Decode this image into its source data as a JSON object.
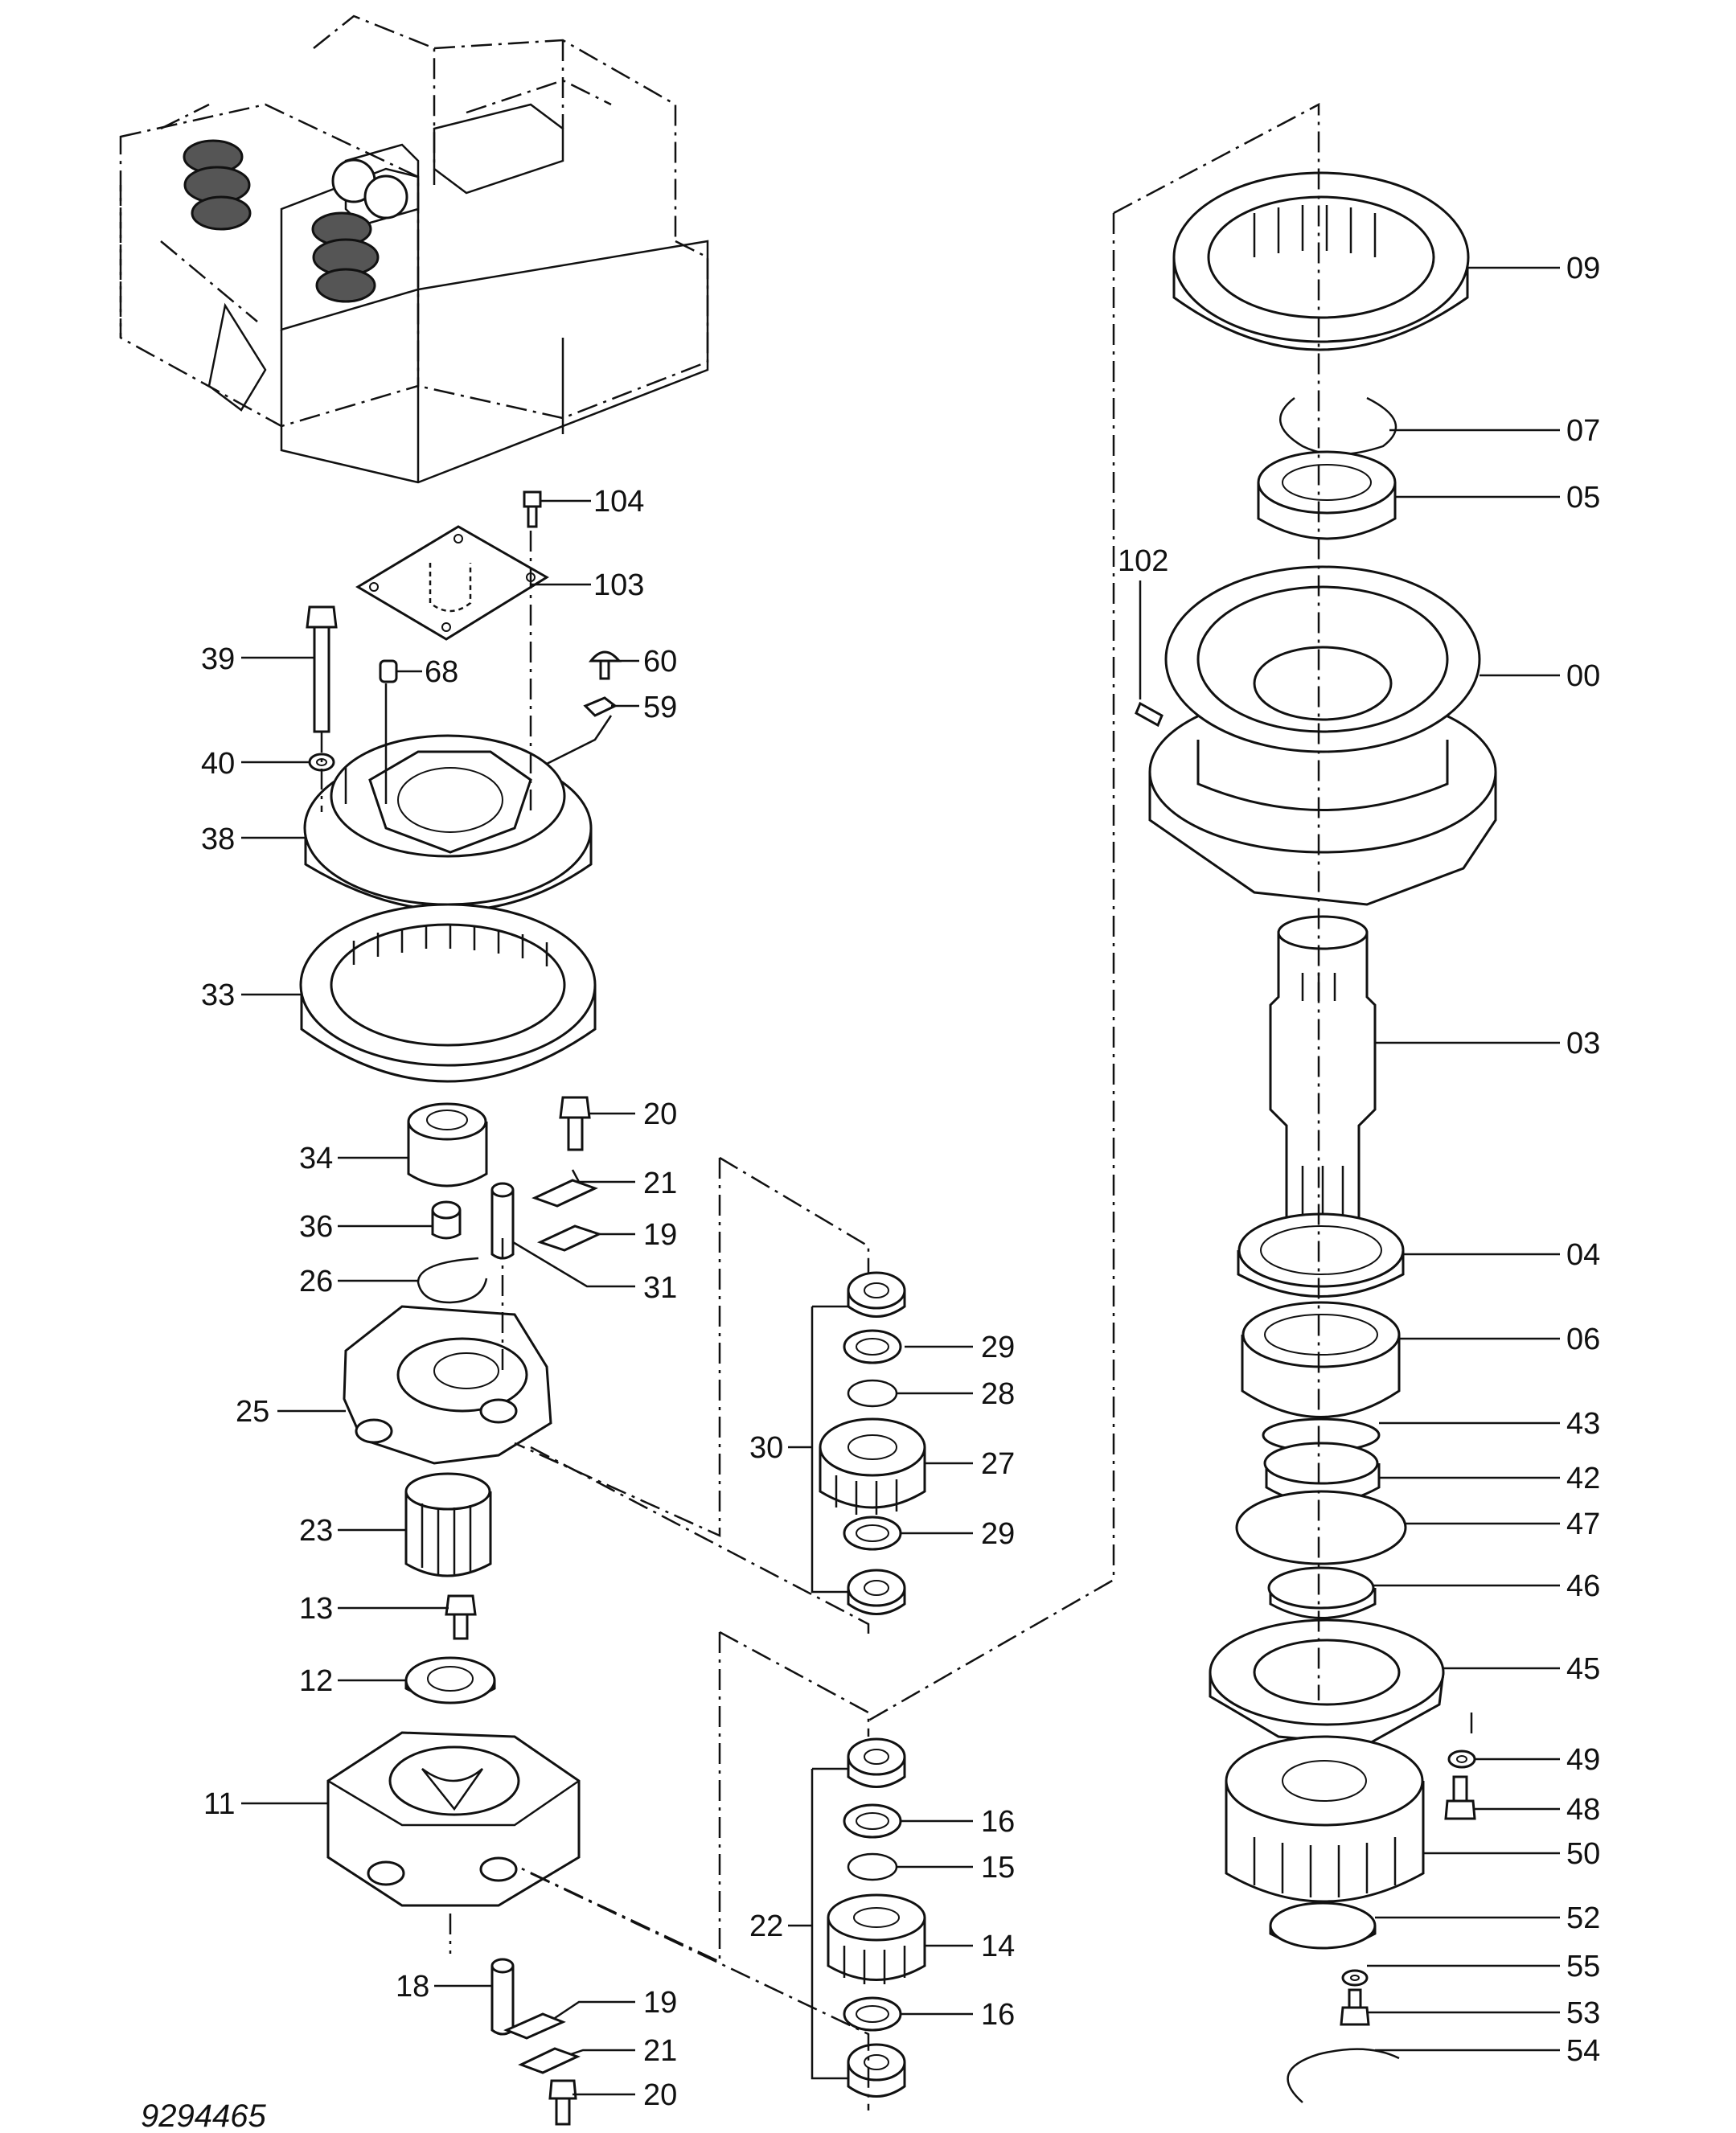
{
  "drawing_number": "9294465",
  "callouts": [
    {
      "id": "c104",
      "label": "104"
    },
    {
      "id": "c103",
      "label": "103"
    },
    {
      "id": "c39",
      "label": "39"
    },
    {
      "id": "c68",
      "label": "68"
    },
    {
      "id": "c60",
      "label": "60"
    },
    {
      "id": "c59",
      "label": "59"
    },
    {
      "id": "c40",
      "label": "40"
    },
    {
      "id": "c38",
      "label": "38"
    },
    {
      "id": "c33",
      "label": "33"
    },
    {
      "id": "c20a",
      "label": "20"
    },
    {
      "id": "c34",
      "label": "34"
    },
    {
      "id": "c21a",
      "label": "21"
    },
    {
      "id": "c36",
      "label": "36"
    },
    {
      "id": "c19a",
      "label": "19"
    },
    {
      "id": "c26",
      "label": "26"
    },
    {
      "id": "c31",
      "label": "31"
    },
    {
      "id": "c25",
      "label": "25"
    },
    {
      "id": "c23",
      "label": "23"
    },
    {
      "id": "c13",
      "label": "13"
    },
    {
      "id": "c12",
      "label": "12"
    },
    {
      "id": "c11",
      "label": "11"
    },
    {
      "id": "c18",
      "label": "18"
    },
    {
      "id": "c19b",
      "label": "19"
    },
    {
      "id": "c21b",
      "label": "21"
    },
    {
      "id": "c20b",
      "label": "20"
    },
    {
      "id": "c29a",
      "label": "29"
    },
    {
      "id": "c28",
      "label": "28"
    },
    {
      "id": "c30",
      "label": "30"
    },
    {
      "id": "c27",
      "label": "27"
    },
    {
      "id": "c29b",
      "label": "29"
    },
    {
      "id": "c16a",
      "label": "16"
    },
    {
      "id": "c15",
      "label": "15"
    },
    {
      "id": "c22",
      "label": "22"
    },
    {
      "id": "c14",
      "label": "14"
    },
    {
      "id": "c16b",
      "label": "16"
    },
    {
      "id": "c09",
      "label": "09"
    },
    {
      "id": "c07",
      "label": "07"
    },
    {
      "id": "c05",
      "label": "05"
    },
    {
      "id": "c102",
      "label": "102"
    },
    {
      "id": "c00",
      "label": "00"
    },
    {
      "id": "c03",
      "label": "03"
    },
    {
      "id": "c04",
      "label": "04"
    },
    {
      "id": "c06",
      "label": "06"
    },
    {
      "id": "c43",
      "label": "43"
    },
    {
      "id": "c42",
      "label": "42"
    },
    {
      "id": "c47",
      "label": "47"
    },
    {
      "id": "c46",
      "label": "46"
    },
    {
      "id": "c45",
      "label": "45"
    },
    {
      "id": "c49",
      "label": "49"
    },
    {
      "id": "c48",
      "label": "48"
    },
    {
      "id": "c50",
      "label": "50"
    },
    {
      "id": "c52",
      "label": "52"
    },
    {
      "id": "c55",
      "label": "55"
    },
    {
      "id": "c53",
      "label": "53"
    },
    {
      "id": "c54",
      "label": "54"
    }
  ]
}
